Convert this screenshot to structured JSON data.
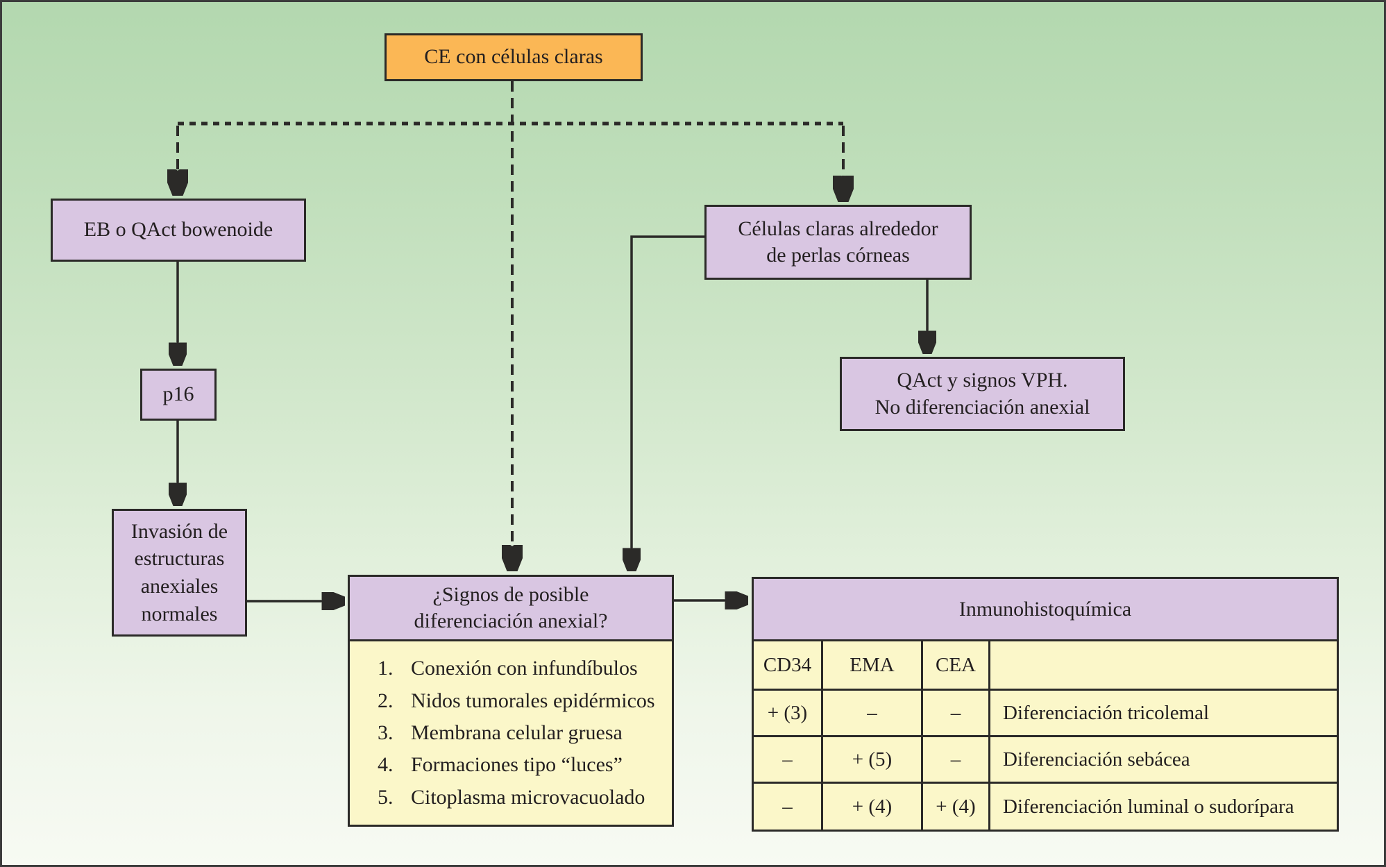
{
  "palette": {
    "background_top": "#b3d8af",
    "background_bottom": "#f7faf3",
    "box_orange": "#fbb755",
    "box_purple": "#d9c6e2",
    "box_yellow": "#fbf7c9",
    "line_and_border": "#2b2a28",
    "text": "#231f20"
  },
  "nodes": {
    "ce": {
      "label": "CE con células claras"
    },
    "eb": {
      "label": "EB o QAct bowenoide"
    },
    "p16": {
      "label": "p16"
    },
    "invasion": {
      "lines": [
        "Invasión de",
        "estructuras",
        "anexiales",
        "normales"
      ]
    },
    "celulas": {
      "lines": [
        "Células claras alrededor",
        "de perlas córneas"
      ]
    },
    "qact": {
      "lines": [
        "QAct y signos VPH.",
        "No diferenciación anexial"
      ]
    },
    "signos": {
      "lines": [
        "¿Signos de posible",
        "diferenciación anexial?"
      ]
    }
  },
  "signos_list": {
    "items": [
      {
        "num": "1.",
        "text": "Conexión con infundíbulos"
      },
      {
        "num": "2.",
        "text": "Nidos tumorales epidérmicos"
      },
      {
        "num": "3.",
        "text": "Membrana celular gruesa"
      },
      {
        "num": "4.",
        "text": "Formaciones tipo “luces”"
      },
      {
        "num": "5.",
        "text": "Citoplasma microvacuolado"
      }
    ]
  },
  "ihq_table": {
    "title": "Inmunohistoquímica",
    "col_headers": [
      "CD34",
      "EMA",
      "CEA",
      ""
    ],
    "rows": [
      {
        "cd34": "+ (3)",
        "ema": "–",
        "cea": "–",
        "diff": "Diferenciación tricolemal"
      },
      {
        "cd34": "–",
        "ema": "+ (5)",
        "cea": "–",
        "diff": "Diferenciación sebácea"
      },
      {
        "cd34": "–",
        "ema": "+ (4)",
        "cea": "+ (4)",
        "diff": "Diferenciación luminal o sudorípara"
      }
    ]
  }
}
